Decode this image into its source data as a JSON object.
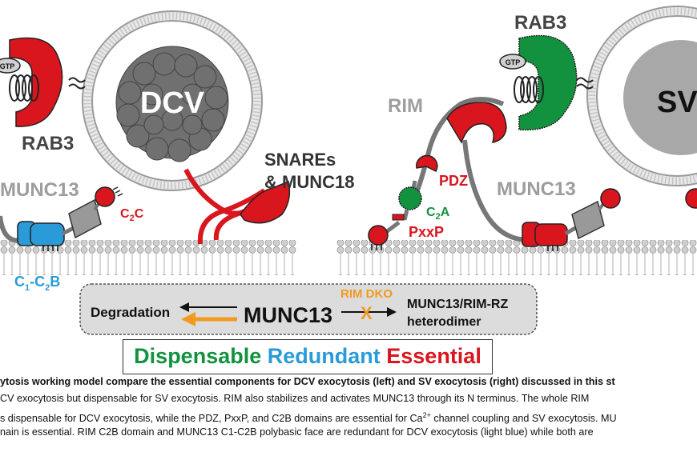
{
  "colors": {
    "essential": "#d9161e",
    "redundant": "#2a9bd8",
    "dispensable": "#12923e",
    "arrow": "#f29a1f",
    "membrane": "#bdbdbd"
  },
  "left": {
    "rab3": "RAB3",
    "gtp": "GTP",
    "dcv": "DCV",
    "munc13": "MUNC13",
    "c2c": "C",
    "c2c_sub": "2",
    "c2c_end": "C",
    "c1c2b": "C",
    "c1c2b_sub1": "1",
    "c1c2b_mid": "-C",
    "c1c2b_sub2": "2",
    "c1c2b_end": "B",
    "snares_line1": "SNAREs",
    "snares_line2": "& MUNC18"
  },
  "right": {
    "rab3": "RAB3",
    "gtp": "GTP",
    "rim": "RIM",
    "sv": "SV",
    "pdz": "PDZ",
    "c2a": "C",
    "c2a_sub": "2",
    "c2a_end": "A",
    "pxxp": "PxxP",
    "munc13": "MUNC13"
  },
  "scheme": {
    "degradation": "Degradation",
    "munc13": "MUNC13",
    "rim_dko": "RIM DKO",
    "x_mark": "X",
    "heterodimer_line1": "MUNC13/RIM-RZ",
    "heterodimer_line2": "heterodimer"
  },
  "legend": {
    "dispensable": "Dispensable",
    "redundant": "Redundant",
    "essential": "Essential"
  },
  "caption": {
    "line1": "ytosis working model compare the essential components for DCV exocytosis (left) and SV exocytosis (right) discussed in this st",
    "line2": "CV exocytosis but dispensable for SV exocytosis. RIM also stabilizes and activates MUNC13 through its N terminus. The whole RIM",
    "line3_a": "s dispensable for DCV exocytosis, while the PDZ, PxxP, and C2B domains are essential for Ca",
    "line3_sup": "2+",
    "line3_b": " channel coupling and SV exocytosis. MU",
    "line4": "nain is essential. RIM C2B domain and MUNC13 C1-C2B polybasic face are redundant for DCV exocytosis (light blue) while both are"
  }
}
